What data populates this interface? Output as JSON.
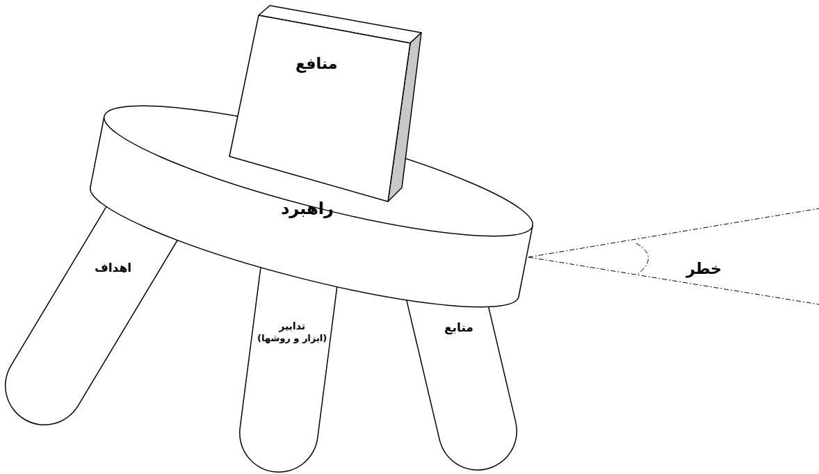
{
  "diagram": {
    "nodes": [
      {
        "text": [
          "منافع"
        ]
      },
      {
        "text": [
          "راهبرد"
        ]
      },
      {
        "text": [
          "اهداف"
        ]
      },
      {
        "text": [
          "تدابیر",
          "(ابزار و روشها)"
        ]
      },
      {
        "text": [
          "منابع"
        ]
      }
    ],
    "edges": [],
    "labels": [
      "خطر"
    ]
  }
}
